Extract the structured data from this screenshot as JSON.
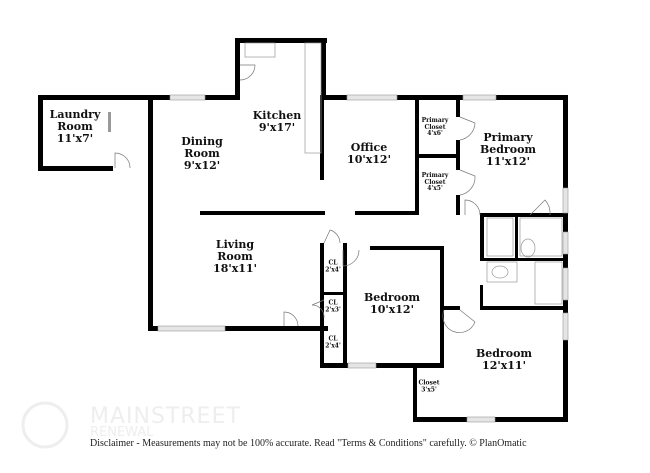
{
  "rooms": [
    {
      "name": "Laundry Room",
      "line1": "Laundry",
      "line2": "Room",
      "dims": "11'x7'"
    },
    {
      "name": "Kitchen",
      "line1": "Kitchen",
      "line2": "",
      "dims": "9'x17'"
    },
    {
      "name": "Dining Room",
      "line1": "Dining",
      "line2": "Room",
      "dims": "9'x12'"
    },
    {
      "name": "Office",
      "line1": "Office",
      "line2": "",
      "dims": "10'x12'"
    },
    {
      "name": "Primary Bedroom",
      "line1": "Primary",
      "line2": "Bedroom",
      "dims": "11'x12'"
    },
    {
      "name": "Primary Closet",
      "line1": "Primary",
      "line2": "Closet",
      "dims": "4'x6'"
    },
    {
      "name": "Primary Closet",
      "line1": "Primary",
      "line2": "Closet",
      "dims": "4'x5'"
    },
    {
      "name": "Living Room",
      "line1": "Living",
      "line2": "Room",
      "dims": "18'x11'"
    },
    {
      "name": "Bedroom",
      "line1": "Bedroom",
      "line2": "",
      "dims": "10'x12'"
    },
    {
      "name": "Bedroom",
      "line1": "Bedroom",
      "line2": "",
      "dims": "12'x11'"
    },
    {
      "name": "CL",
      "line1": "CL",
      "line2": "",
      "dims": "2'x4'"
    },
    {
      "name": "CL",
      "line1": "CL",
      "line2": "",
      "dims": "2'x3'"
    },
    {
      "name": "CL",
      "line1": "CL",
      "line2": "",
      "dims": "2'x4'"
    },
    {
      "name": "Closet",
      "line1": "Closet",
      "line2": "",
      "dims": "3'x5'"
    }
  ],
  "watermark": {
    "line1": "MAINSTREET",
    "line2": "RENEWAL"
  },
  "disclaimer": "Disclaimer - Measurements may not be 100% accurate. Read \"Terms & Conditions\" carefully. © PlanOmatic",
  "colors": {
    "wall": "#000000",
    "window": "#d9d9d9"
  }
}
